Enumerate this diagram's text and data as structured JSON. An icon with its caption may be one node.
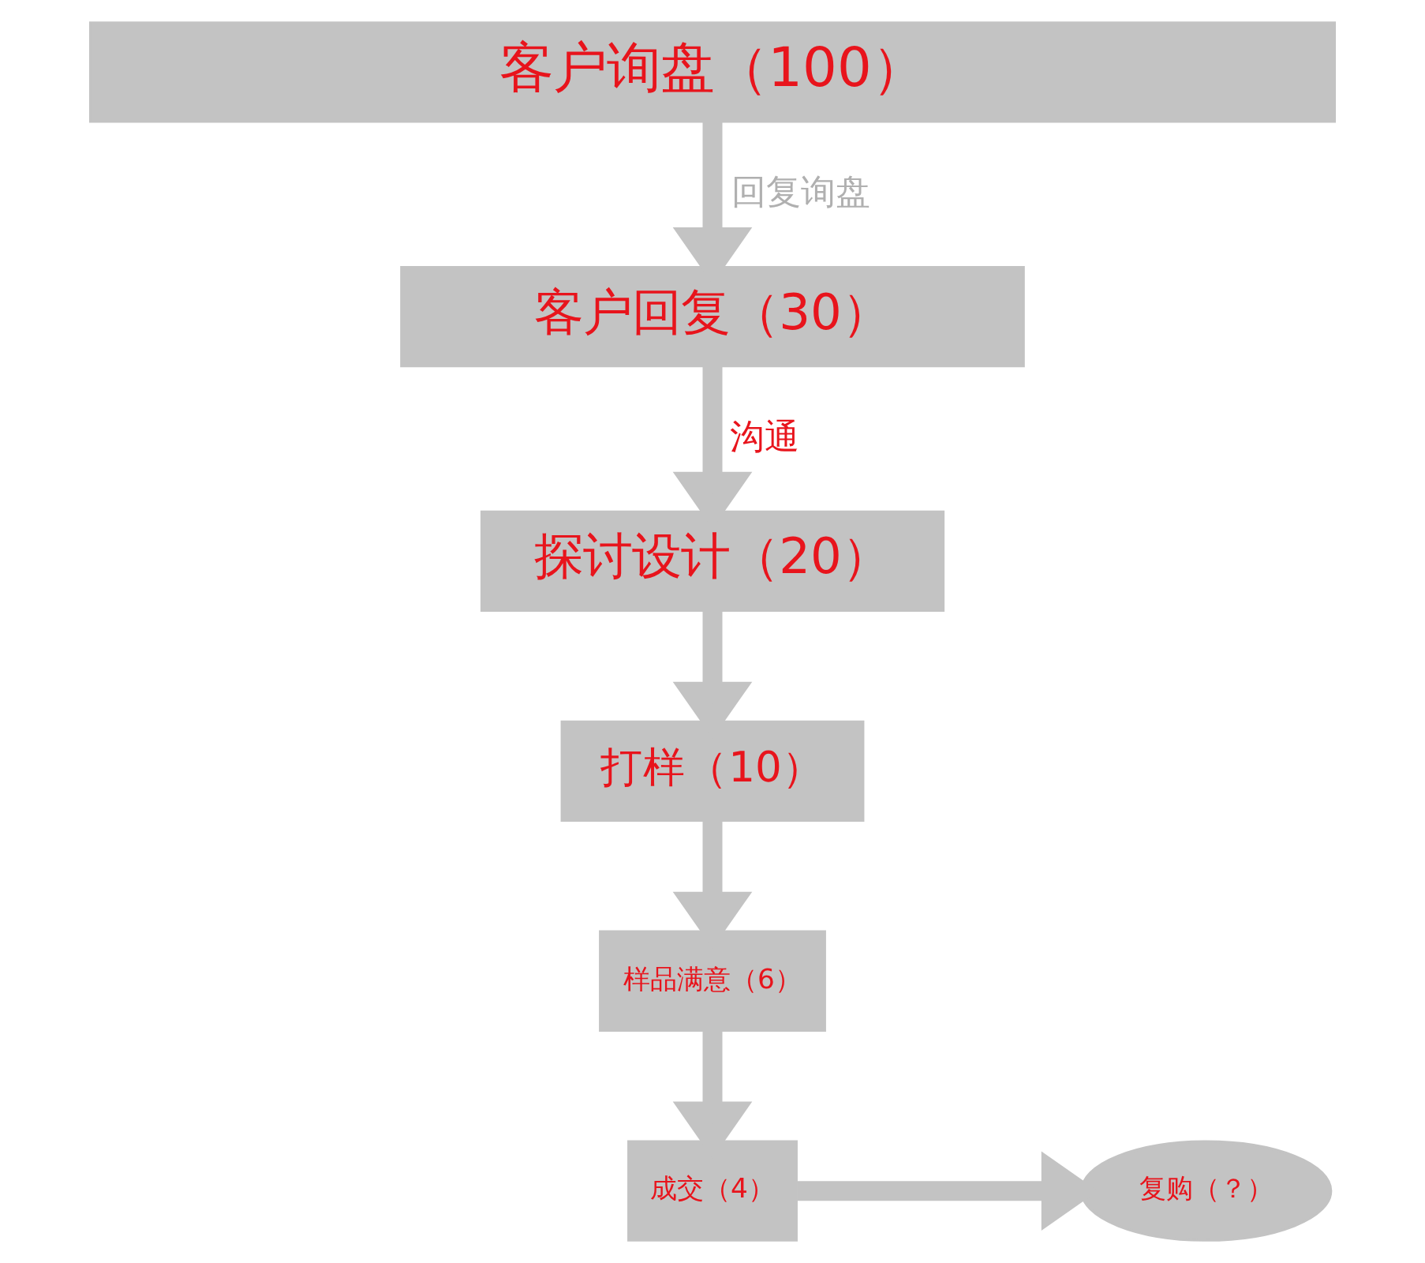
{
  "diagram": {
    "nodes": [
      {
        "text": [
          "客户询盘（100）"
        ]
      },
      {
        "text": [
          "客户回复（30）"
        ]
      },
      {
        "text": [
          "探讨设计（20）"
        ]
      },
      {
        "text": [
          "打样（10）"
        ]
      },
      {
        "text": [
          "样品满意（6）"
        ]
      },
      {
        "text": [
          "成交（4）"
        ]
      },
      {
        "text": [
          "复购（？）"
        ]
      }
    ],
    "edges": [
      {
        "from": 0,
        "to": 1,
        "arrow": "to",
        "label": "回复询盘"
      },
      {
        "from": 1,
        "to": 2,
        "arrow": "to",
        "label": "沟通"
      },
      {
        "from": 2,
        "to": 3,
        "arrow": "to"
      },
      {
        "from": 3,
        "to": 4,
        "arrow": "to"
      },
      {
        "from": 4,
        "to": 5,
        "arrow": "to"
      },
      {
        "from": 5,
        "to": 6,
        "arrow": "to"
      }
    ]
  }
}
